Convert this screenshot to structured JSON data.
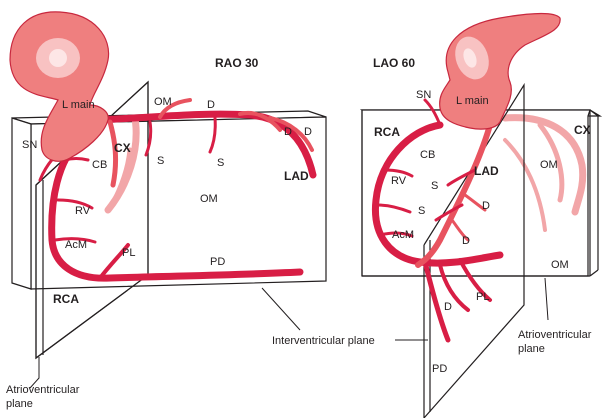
{
  "views": {
    "rao": {
      "title": "RAO 30",
      "labels": {
        "l_main": "L main",
        "om_top": "OM",
        "d_top": "D",
        "d1": "D",
        "d2": "D",
        "sn": "SN",
        "cx": "CX",
        "cb": "CB",
        "s1": "S",
        "s2": "S",
        "lad": "LAD",
        "om_mid": "OM",
        "rv": "RV",
        "acm": "AcM",
        "pl": "PL",
        "pd": "PD",
        "rca": "RCA"
      }
    },
    "lao": {
      "title": "LAO 60",
      "labels": {
        "sn": "SN",
        "l_main": "L main",
        "rca": "RCA",
        "cx": "CX",
        "cb": "CB",
        "lad": "LAD",
        "rv": "RV",
        "s1": "S",
        "om_mid": "OM",
        "s2": "S",
        "d1": "D",
        "acm": "AcM",
        "d2": "D",
        "om_low": "OM",
        "pl": "PL",
        "d3": "D",
        "pd": "PD"
      }
    }
  },
  "callouts": {
    "av_left_line1": "Atrioventricular",
    "av_left_line2": "plane",
    "interventricular": "Interventricular plane",
    "av_right_line1": "Atrioventricular",
    "av_right_line2": "plane"
  },
  "colors": {
    "main_vessel": "#d81e45",
    "secondary_vessel": "#e8535f",
    "posterior_vessel": "#f2a6a8",
    "aorta": "#ef7f7f"
  }
}
